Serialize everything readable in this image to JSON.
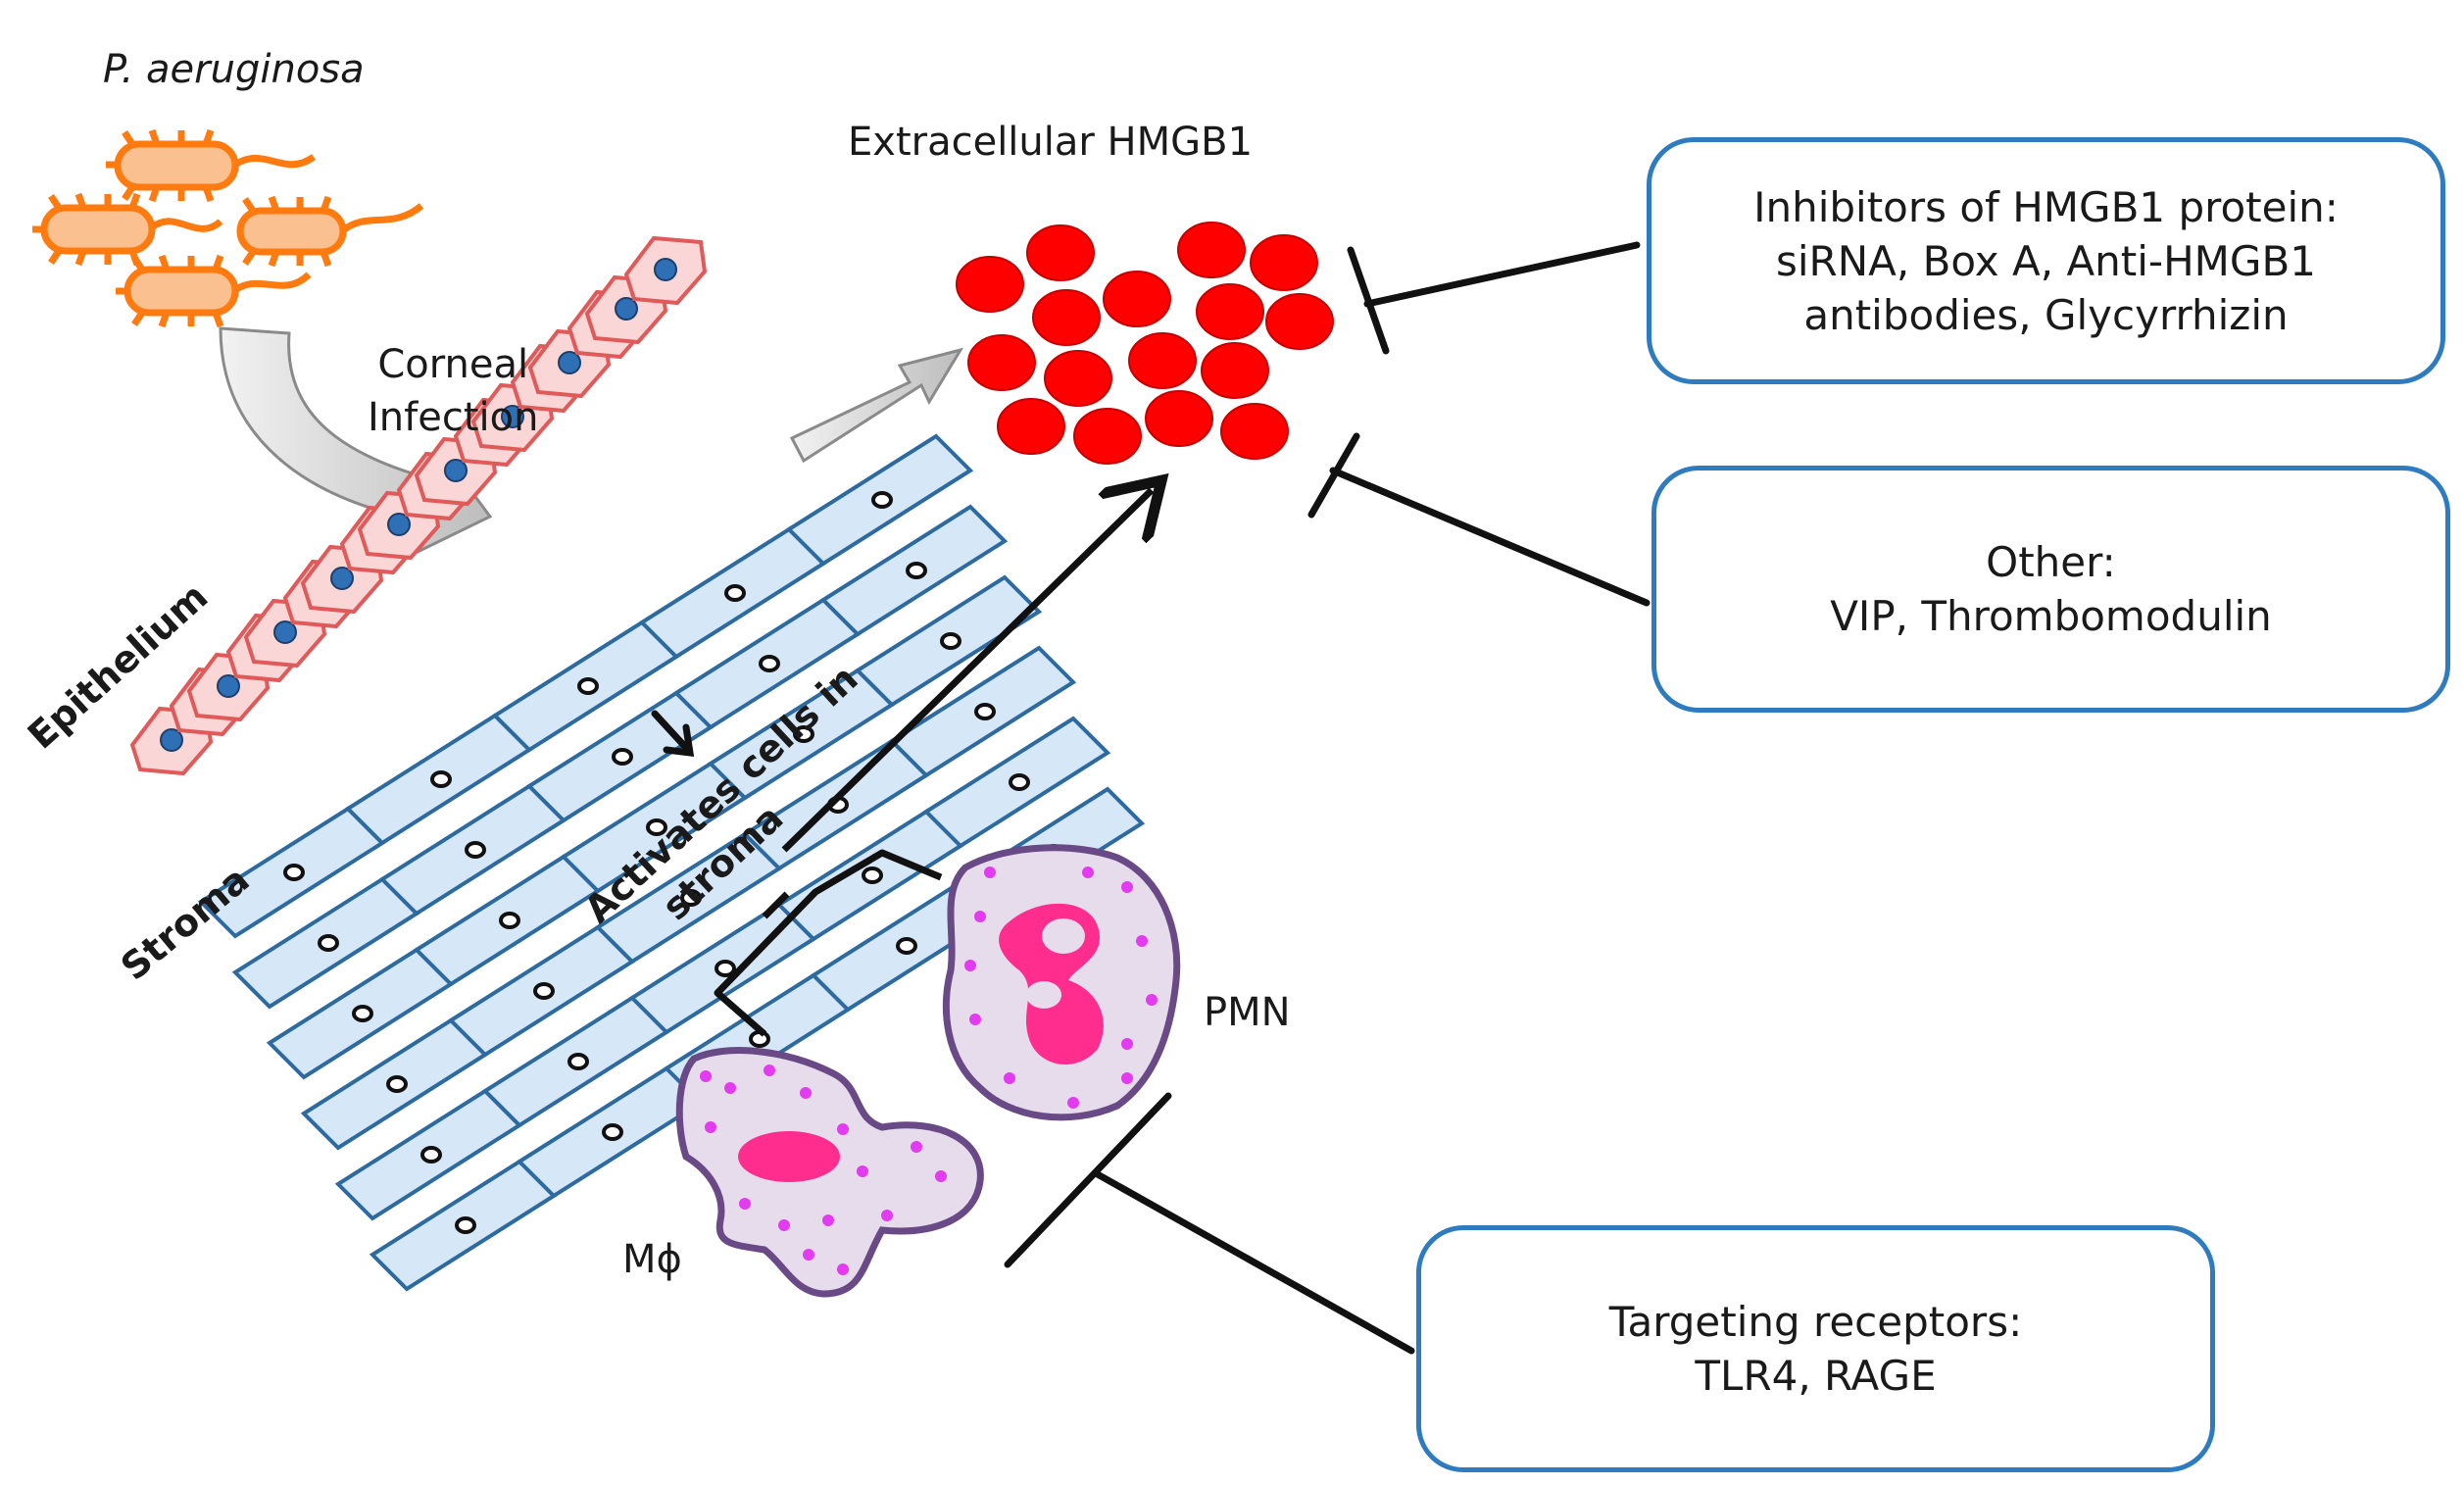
{
  "labels": {
    "bacteria": "P. aeruginosa",
    "extracellular": "Extracellular HMGB1",
    "corneal_line1": "Corneal",
    "corneal_line2": "Infection",
    "epithelium": "Epithelium",
    "stroma": "Stroma",
    "activates_line1": "Activates cells in",
    "activates_line2": "stroma",
    "pmn": "PMN",
    "macrophage": "Mϕ"
  },
  "boxes": {
    "inhibitors": {
      "line1": "Inhibitors of HMGB1 protein:",
      "line2": "siRNA, Box A, Anti-HMGB1",
      "line3": "antibodies, Glycyrrhizin"
    },
    "other": {
      "line1": "Other:",
      "line2": "VIP, Thrombomodulin"
    },
    "receptors": {
      "line1": "Targeting receptors:",
      "line2": "TLR4, RAGE"
    }
  },
  "colors": {
    "box_border": "#2e7cbf",
    "hmgb1": "#ff0000",
    "bacteria": "#ff8c1a",
    "epithelium_fill": "#fbd6d6",
    "epithelium_stroke": "#e05a5a",
    "nucleus": "#2e6fb5",
    "stroma_fill": "#d6e8f8",
    "stroma_stroke": "#2c6aa0",
    "cell_fill": "#e6dcec",
    "cell_stroke": "#6a4a86",
    "granule": "#e23bf0",
    "cell_nucleus": "#ff2e8e"
  }
}
